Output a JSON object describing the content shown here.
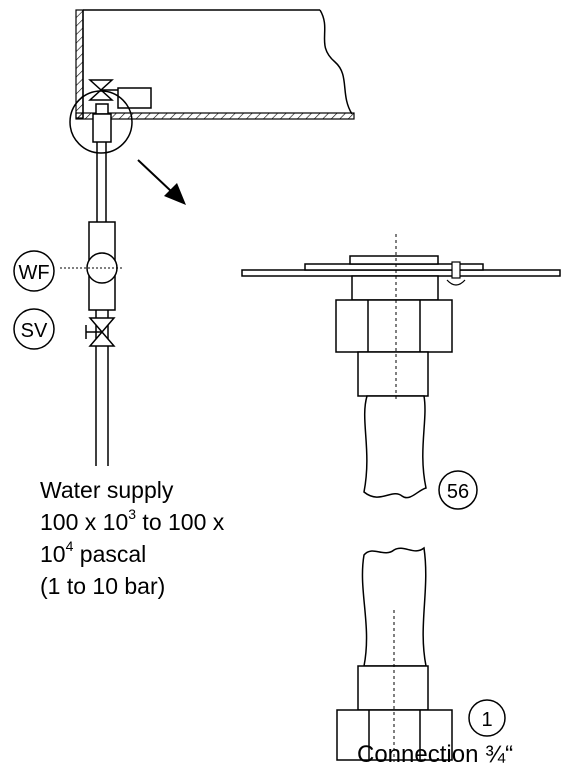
{
  "labels": {
    "wf": "WF",
    "sv": "SV",
    "part_56": "56",
    "part_1": "1"
  },
  "supply_text": {
    "line1": "Water supply",
    "line2_a": "100 x 10",
    "line2_sup": "3",
    "line2_b": " to 100 x",
    "line3_a": "10",
    "line3_sup": "4",
    "line3_b": " pascal",
    "line4": "(1 to 10 bar)"
  },
  "connection_text": "Connection ¾“",
  "colors": {
    "line": "#000000",
    "background": "#ffffff"
  }
}
